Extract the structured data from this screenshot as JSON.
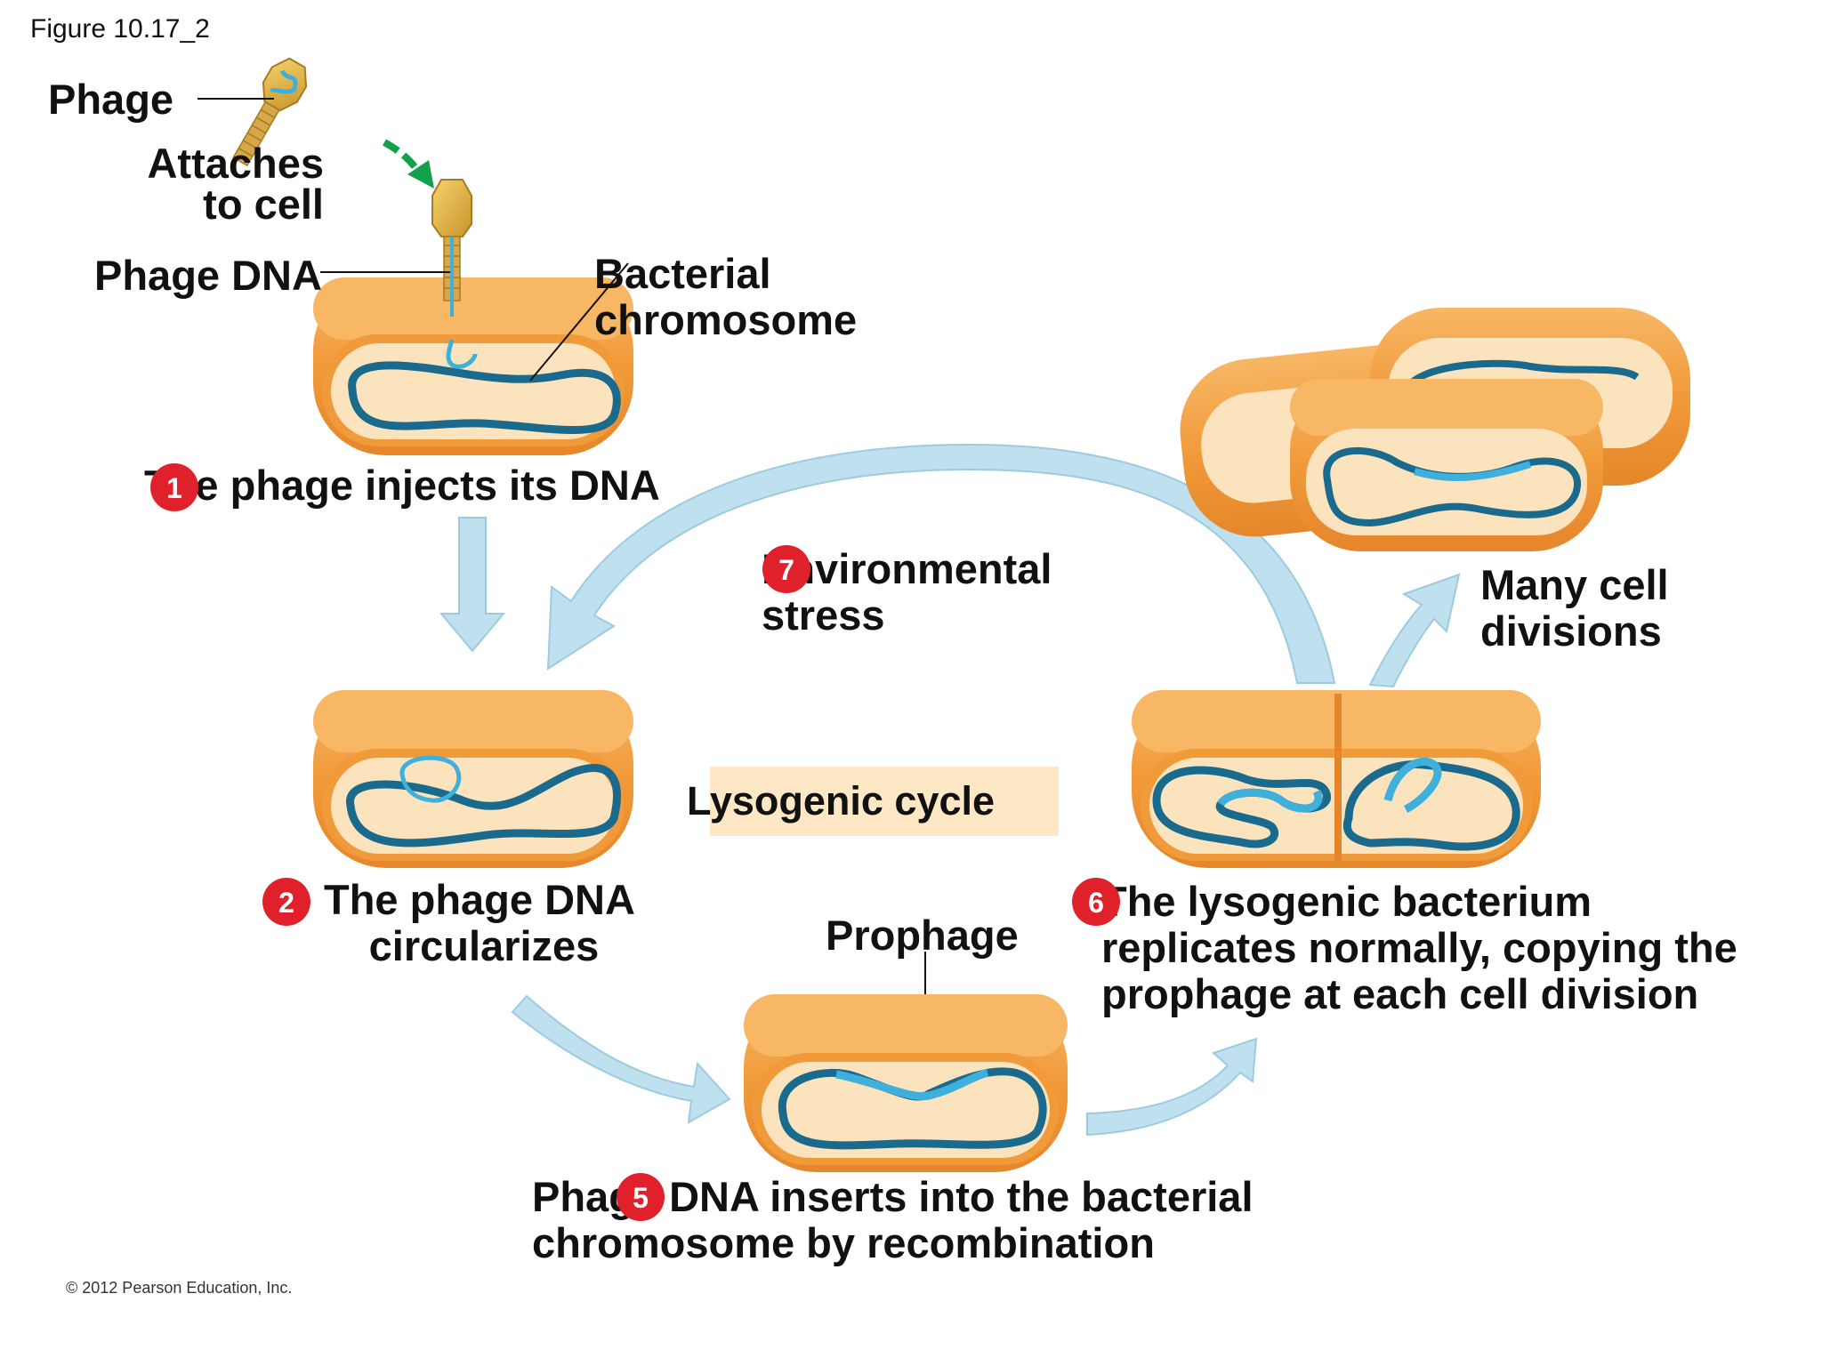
{
  "figure_label": "Figure 10.17_2",
  "copyright": "© 2012 Pearson Education, Inc.",
  "labels": {
    "phage": "Phage",
    "attaches_line1": "Attaches",
    "attaches_line2": "to cell",
    "phage_dna": "Phage DNA",
    "bact_chrom_line1": "Bacterial",
    "bact_chrom_line2": "chromosome",
    "cycle_title": "Lysogenic cycle",
    "prophage": "Prophage",
    "many_div_line1": "Many cell",
    "many_div_line2": "divisions"
  },
  "steps": [
    {
      "number": "1",
      "lines": [
        "The phage injects its DNA"
      ]
    },
    {
      "number": "2",
      "lines": [
        "The phage DNA",
        "circularizes"
      ]
    },
    {
      "number": "5",
      "lines": [
        "Phage DNA inserts into the bacterial",
        "chromosome by recombination"
      ]
    },
    {
      "number": "6",
      "lines": [
        "The lysogenic bacterium",
        "replicates normally, copying the",
        "prophage at each cell division"
      ]
    },
    {
      "number": "7",
      "lines": [
        "Environmental",
        "stress"
      ]
    }
  ],
  "colors": {
    "cell_outer": "#f19a3a",
    "cell_rim": "#f7b765",
    "cytoplasm": "#fbe3bd",
    "bacterial_dna": "#1a6a8e",
    "phage_dna": "#3fb0dc",
    "arrow_fill": "#bfe0ef",
    "arrow_stroke": "#9ccbe0",
    "badge": "#e0202a",
    "cycle_box": "#fde7c5",
    "green_arrow": "#12a04a"
  }
}
